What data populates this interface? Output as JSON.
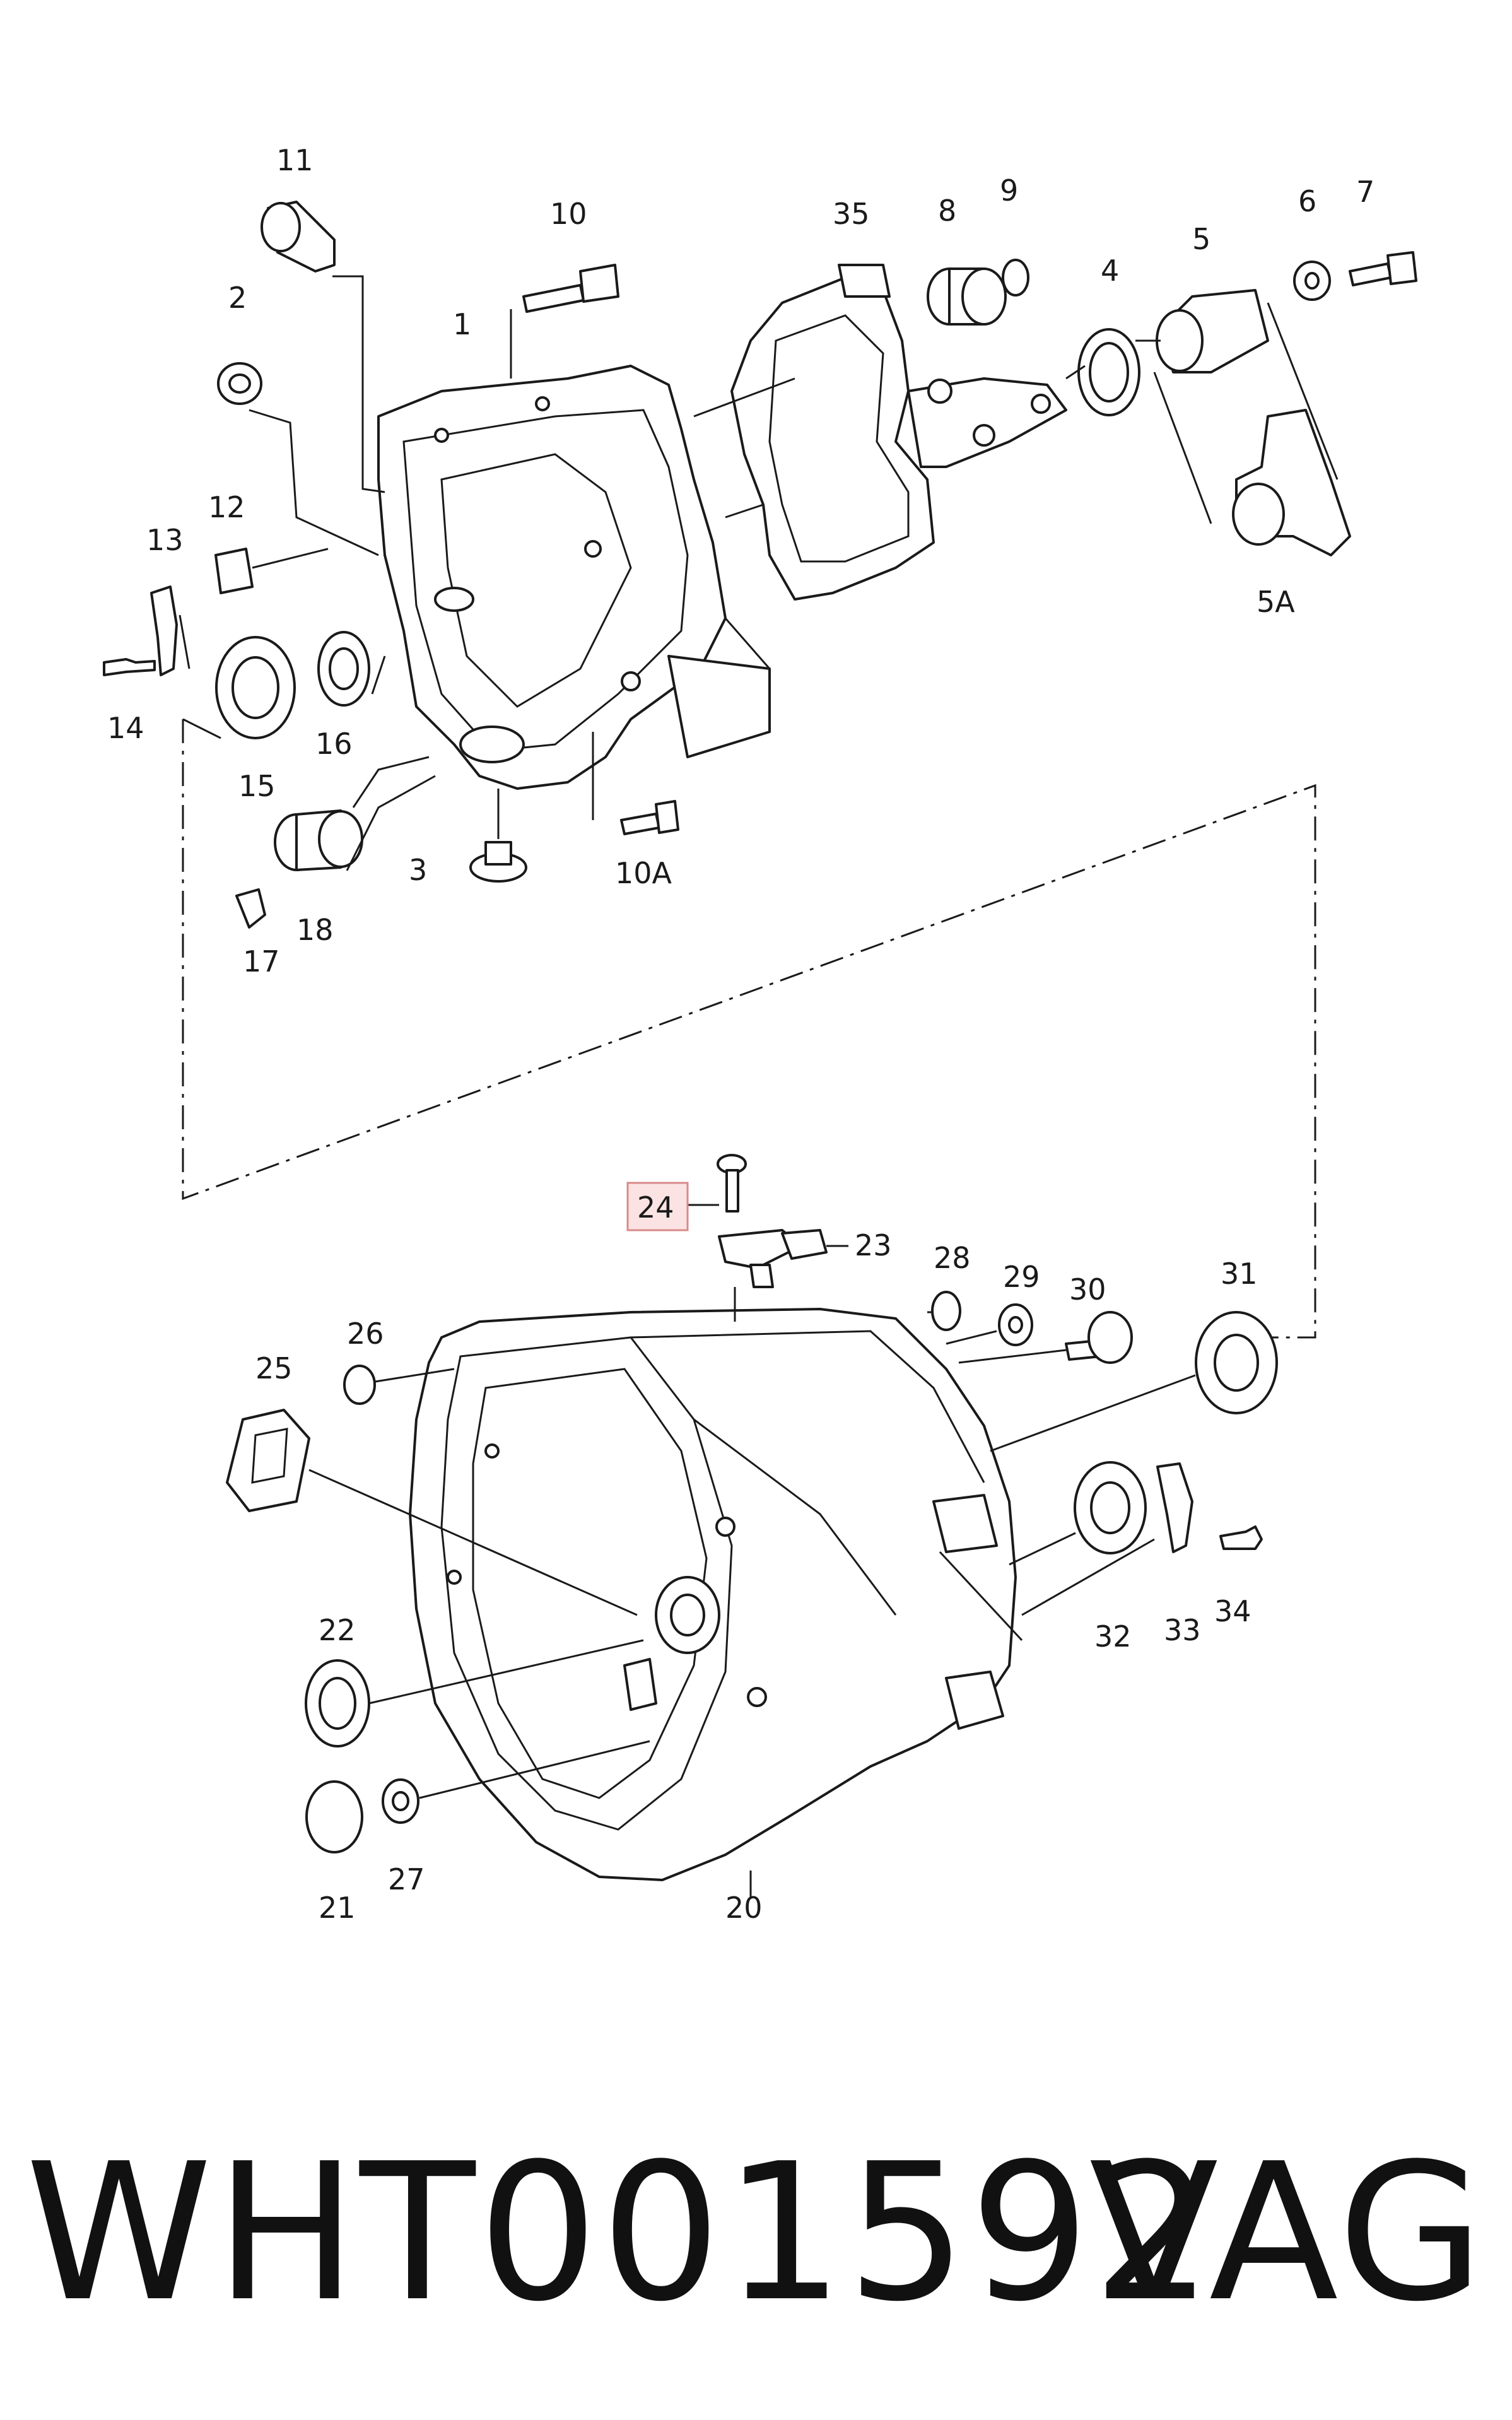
{
  "diagram": {
    "callouts": {
      "c1": "1",
      "c2": "2",
      "c3": "3",
      "c4": "4",
      "c5": "5",
      "c5A": "5A",
      "c6": "6",
      "c7": "7",
      "c8": "8",
      "c9": "9",
      "c10": "10",
      "c10A": "10A",
      "c11": "11",
      "c12": "12",
      "c13": "13",
      "c14": "14",
      "c15": "15",
      "c16": "16",
      "c17": "17",
      "c18": "18",
      "c20": "20",
      "c21": "21",
      "c22": "22",
      "c23": "23",
      "c24": "24",
      "c25": "25",
      "c26": "26",
      "c27": "27",
      "c28": "28",
      "c29": "29",
      "c30": "30",
      "c31": "31",
      "c32": "32",
      "c33": "33",
      "c34": "34",
      "c35": "35"
    },
    "highlighted_callout": "24",
    "highlight_color": "#fbe3e3"
  },
  "footer": {
    "part_number": "WHT001592",
    "brand": "VAG"
  }
}
